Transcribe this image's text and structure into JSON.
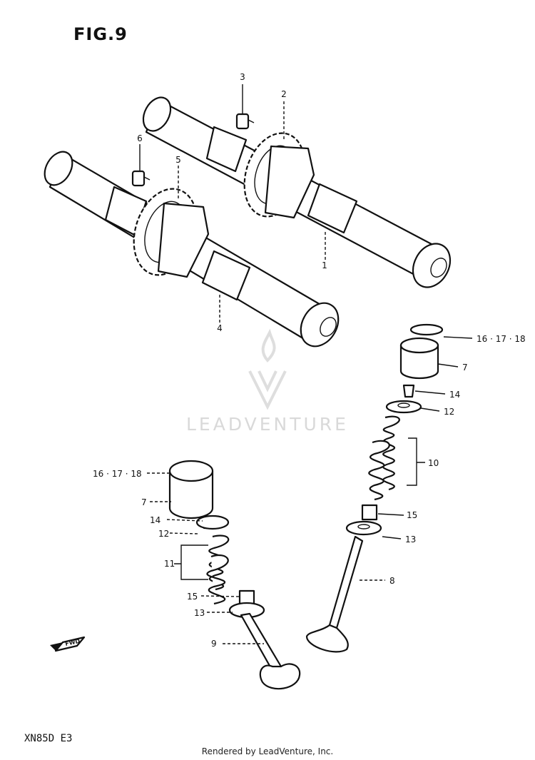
{
  "figure": {
    "title": "FIG.9",
    "model": "XN85D E3"
  },
  "watermark": {
    "text": "LEADVENTURE"
  },
  "footer": {
    "text": "Rendered by LeadVenture, Inc."
  },
  "callouts": [
    {
      "id": "c1",
      "label": "1"
    },
    {
      "id": "c2",
      "label": "2"
    },
    {
      "id": "c3",
      "label": "3"
    },
    {
      "id": "c4",
      "label": "4"
    },
    {
      "id": "c5",
      "label": "5"
    },
    {
      "id": "c6",
      "label": "6"
    },
    {
      "id": "c7a",
      "label": "7"
    },
    {
      "id": "c7b",
      "label": "7"
    },
    {
      "id": "c8",
      "label": "8"
    },
    {
      "id": "c9",
      "label": "9"
    },
    {
      "id": "c10",
      "label": "10"
    },
    {
      "id": "c11",
      "label": "11"
    },
    {
      "id": "c12a",
      "label": "12"
    },
    {
      "id": "c12b",
      "label": "12"
    },
    {
      "id": "c13a",
      "label": "13"
    },
    {
      "id": "c13b",
      "label": "13"
    },
    {
      "id": "c14a",
      "label": "14"
    },
    {
      "id": "c14b",
      "label": "14"
    },
    {
      "id": "c15a",
      "label": "15"
    },
    {
      "id": "c15b",
      "label": "15"
    },
    {
      "id": "c16a",
      "label": "16 · 17 · 18"
    },
    {
      "id": "c16b",
      "label": "16 · 17 · 18"
    }
  ],
  "fwd_mark": {
    "text": "FWD"
  }
}
